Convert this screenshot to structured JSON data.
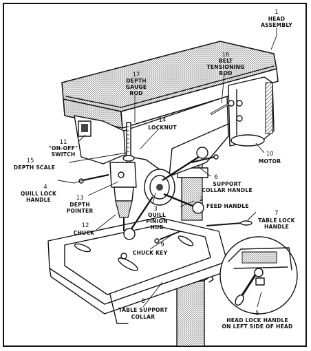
{
  "colors": {
    "ink": "#111111",
    "paper": "#ffffff",
    "stipple": "#555555"
  },
  "callouts": [
    {
      "id": "1",
      "lines": [
        "HEAD",
        "ASSEMBLY"
      ]
    },
    {
      "id": "2",
      "lines": [
        "FEED HANDLE"
      ]
    },
    {
      "id": "3",
      "lines": [
        "QUILL",
        "PINION",
        "HUB"
      ]
    },
    {
      "id": "4",
      "lines": [
        "QUILL LOCK",
        "HANDLE"
      ]
    },
    {
      "id": "5",
      "lines": [
        "HEAD LOCK HANDLE",
        "ON LEFT SIDE OF HEAD"
      ]
    },
    {
      "id": "6",
      "lines": [
        "SUPPORT",
        "COLLAR HANDLE"
      ]
    },
    {
      "id": "7",
      "lines": [
        "TABLE LOCK",
        "HANDLE"
      ]
    },
    {
      "id": "8",
      "lines": [
        "TABLE SUPPORT",
        "COLLAR"
      ]
    },
    {
      "id": "9",
      "lines": [
        "CHUCK KEY"
      ]
    },
    {
      "id": "10",
      "lines": [
        "MOTOR"
      ]
    },
    {
      "id": "11",
      "lines": [
        "\"ON-OFF\"",
        "SWITCH"
      ]
    },
    {
      "id": "12",
      "lines": [
        "CHUCK"
      ]
    },
    {
      "id": "13",
      "lines": [
        "DEPTH",
        "POINTER"
      ]
    },
    {
      "id": "14",
      "lines": [
        "LOCKNUT"
      ]
    },
    {
      "id": "15",
      "lines": [
        "DEPTH SCALE"
      ]
    },
    {
      "id": "16",
      "lines": [
        "BELT",
        "TENSIONING",
        "ROD"
      ]
    },
    {
      "id": "17",
      "lines": [
        "DEPTH",
        "GAUGE",
        "ROD"
      ]
    }
  ]
}
